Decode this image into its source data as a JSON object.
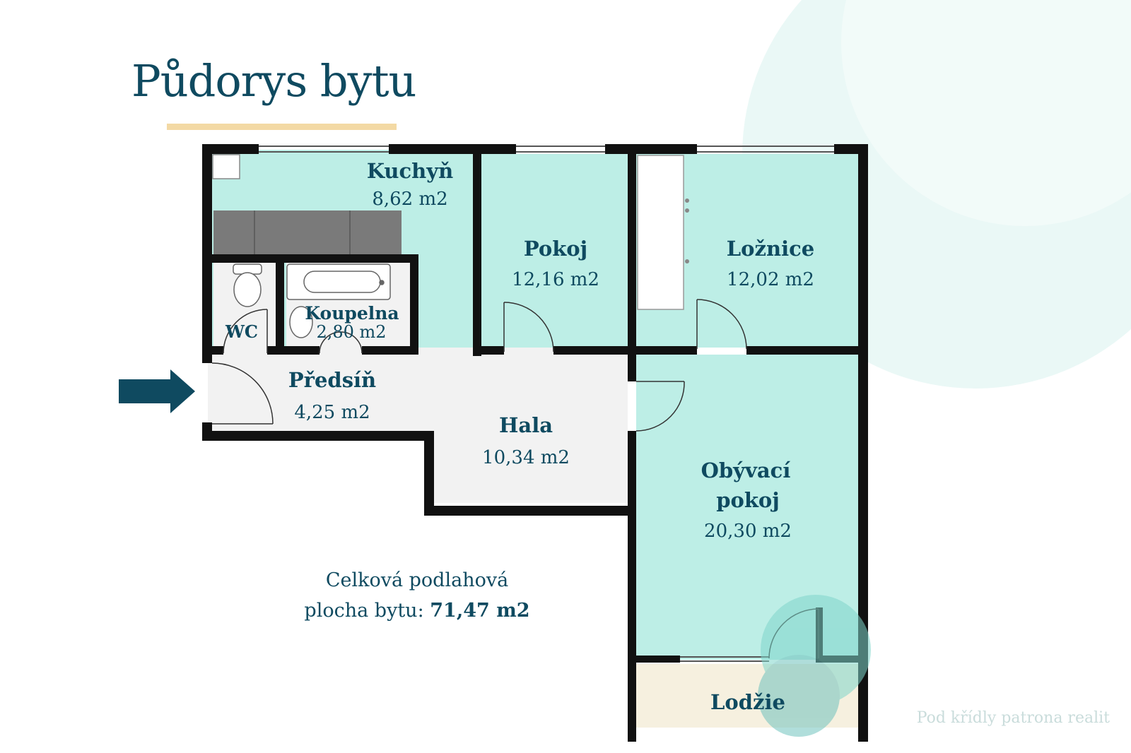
{
  "title": "Půdorys bytu",
  "rooms": {
    "kuchyn": {
      "name": "Kuchyň",
      "area": "8,62 m2"
    },
    "pokoj": {
      "name": "Pokoj",
      "area": "12,16 m2"
    },
    "loznice": {
      "name": "Ložnice",
      "area": "12,02 m2"
    },
    "wc": {
      "name": "WC"
    },
    "koupelna": {
      "name": "Koupelna",
      "area": "2,80 m2"
    },
    "predsin": {
      "name": "Předsíň",
      "area": "4,25 m2"
    },
    "hala": {
      "name": "Hala",
      "area": "10,34 m2"
    },
    "obyvaci": {
      "name_line1": "Obývací",
      "name_line2": "pokoj",
      "area": "20,30 m2"
    },
    "lodzie": {
      "name": "Lodžie"
    }
  },
  "total": {
    "line1": "Celková podlahová",
    "line2_prefix": "plocha bytu: ",
    "value": "71,47 m2"
  },
  "watermark": "Pod křídly patrona realit",
  "colors": {
    "room_fill": "#bdeee6",
    "hall_fill": "#f2f2f2",
    "balcony_fill": "#f6f0df",
    "wall": "#111111",
    "text": "#0f4a60",
    "accent_underline": "#f3d9a4",
    "arrow": "#0f4a60",
    "cabinet": "#7a7a7a"
  },
  "icons": {
    "entrance_arrow": "arrow-right-icon",
    "toilet": "toilet-icon",
    "bathtub": "bathtub-icon",
    "sink": "sink-icon"
  }
}
